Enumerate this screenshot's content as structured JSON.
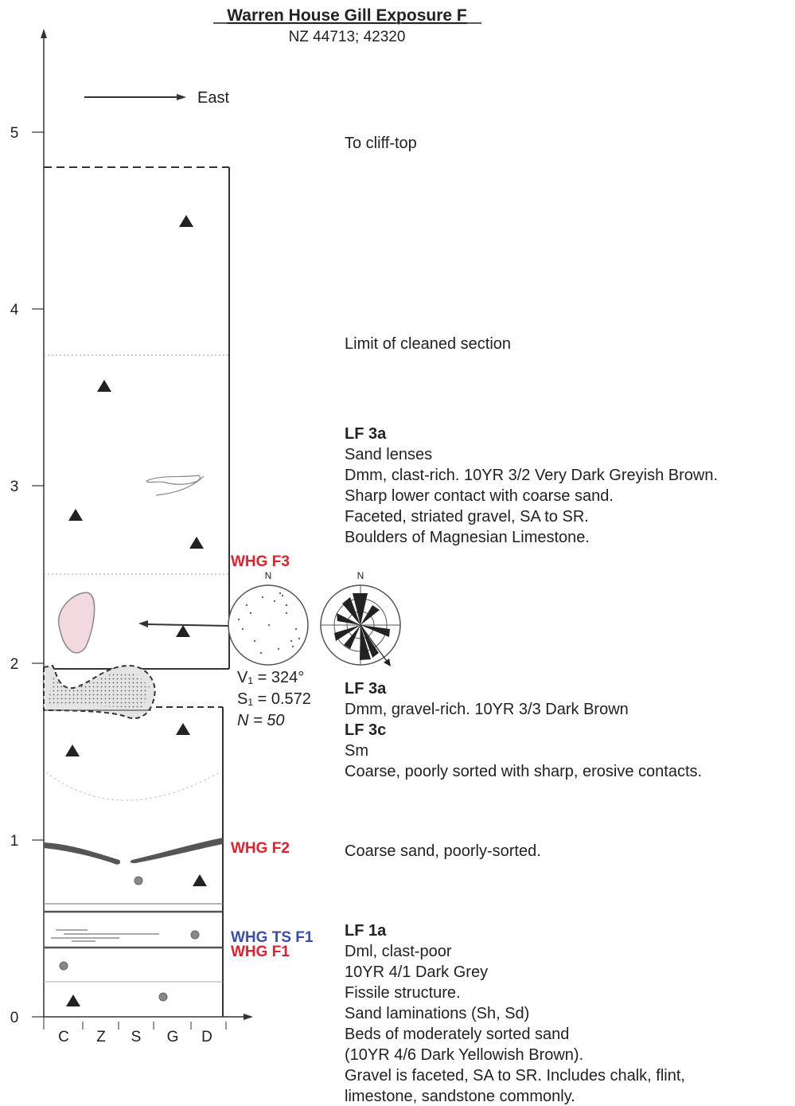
{
  "title": "Warren House Gill Exposure F",
  "subtitle": "NZ 44713; 42320",
  "direction_label": "East",
  "y_axis_ticks": [
    "0",
    "1",
    "2",
    "3",
    "4",
    "5"
  ],
  "x_axis_ticks": [
    "C",
    "Z",
    "S",
    "G",
    "D"
  ],
  "samples": {
    "f3": "WHG F3",
    "f2": "WHG F2",
    "ts_f1": "WHG TS F1",
    "f1": "WHG F1"
  },
  "stereonet": {
    "north": "N",
    "v1": "V₁ = 324°",
    "s1": "S₁ = 0.572",
    "n": "N = 50"
  },
  "rose": {
    "north": "N"
  },
  "annotations": {
    "to_cliff_top": "To cliff-top",
    "limit": "Limit of cleaned section"
  },
  "unit_upper": {
    "code": "LF 3a",
    "lines": [
      "Sand lenses",
      "Dmm, clast-rich.  10YR 3/2 Very Dark Greyish Brown.",
      "Sharp lower contact with coarse sand.",
      "Faceted, striated gravel, SA to SR.",
      "Boulders of Magnesian Limestone."
    ]
  },
  "unit_middle": {
    "code": "LF 3a",
    "line1": "Dmm, gravel-rich.  10YR 3/3 Dark Brown",
    "code2": "LF 3c",
    "line2": "Sm",
    "line3": "Coarse, poorly sorted with sharp, erosive contacts."
  },
  "coarse_sand": "Coarse sand, poorly-sorted.",
  "unit_lower": {
    "code": "LF 1a",
    "lines": [
      "Dml, clast-poor",
      "10YR 4/1 Dark Grey",
      "Fissile structure.",
      "Sand laminations (Sh, Sd)",
      "Beds of moderately sorted sand",
      "(10YR 4/6 Dark Yellowish Brown).",
      "Gravel is faceted, SA to SR.  Includes chalk, flint,",
      "limestone, sandstone commonly."
    ]
  }
}
